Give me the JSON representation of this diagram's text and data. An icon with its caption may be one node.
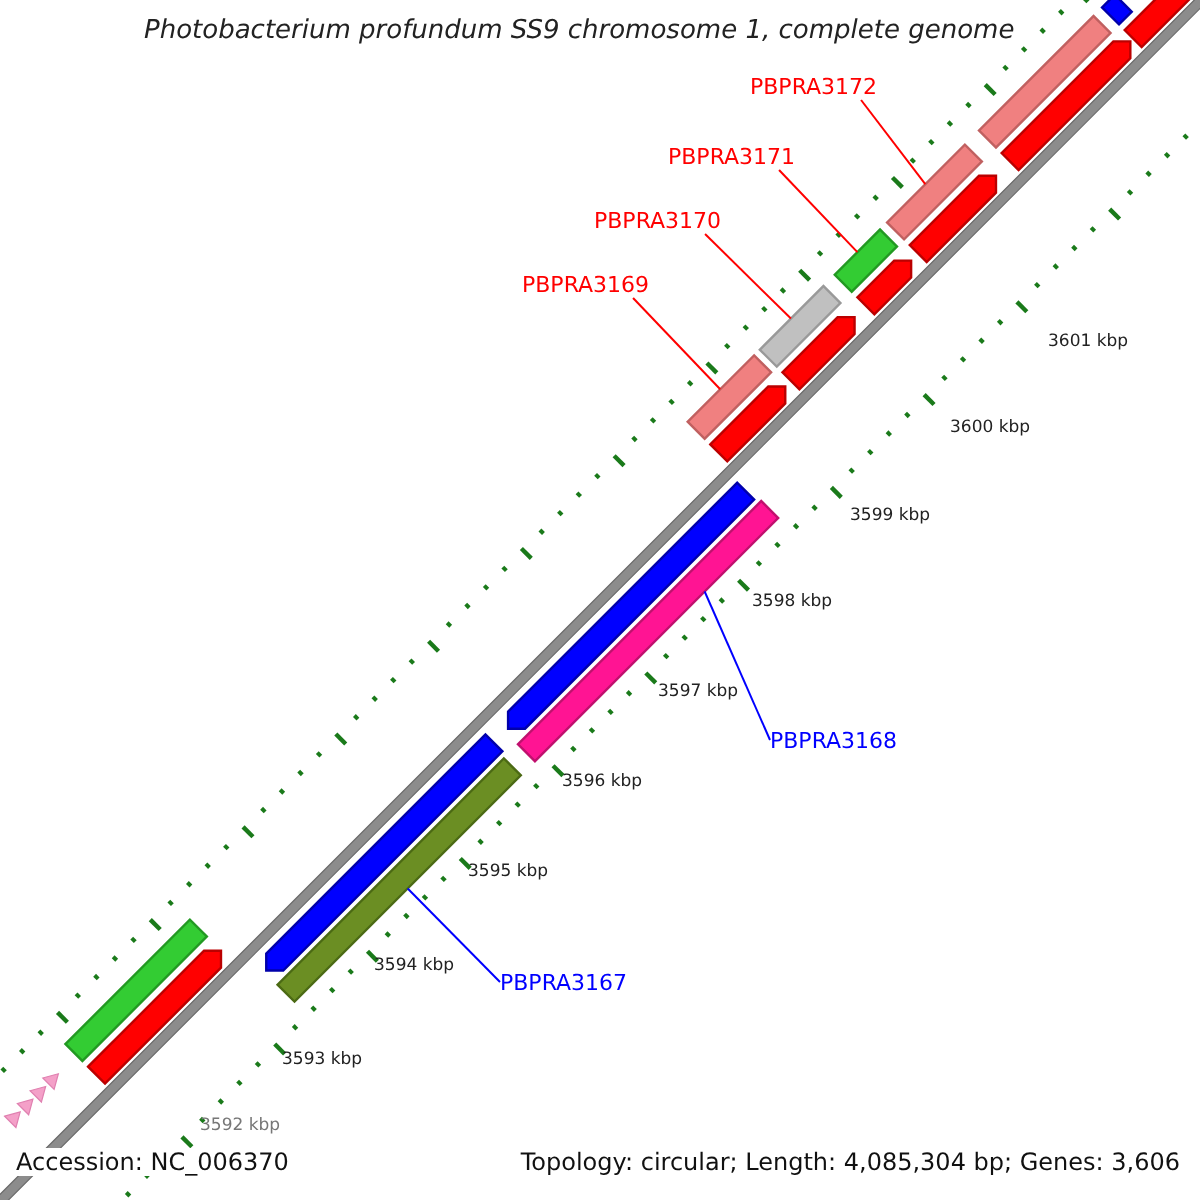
{
  "diagram": {
    "title": "Photobacterium profundum SS9 chromosome 1, complete genome",
    "nodes": [
      {
        "text": [
          "PBPRA3172"
        ]
      },
      {
        "text": [
          "PBPRA3171"
        ]
      },
      {
        "text": [
          "PBPRA3170"
        ]
      },
      {
        "text": [
          "PBPRA3169"
        ]
      },
      {
        "text": [
          "PBPRA3168"
        ]
      },
      {
        "text": [
          "PBPRA3167"
        ]
      },
      {
        "text": [],
        "shape": "bar"
      },
      {
        "text": [],
        "shape": "bar"
      },
      {
        "text": [],
        "shape": "bar"
      },
      {
        "text": [],
        "shape": "bar"
      },
      {
        "text": [],
        "shape": "bar"
      },
      {
        "text": [],
        "shape": "bar"
      },
      {
        "text": [],
        "shape": "bar"
      },
      {
        "text": [],
        "shape": "arrow"
      },
      {
        "text": [],
        "shape": "bar"
      },
      {
        "text": [],
        "shape": "arrow"
      },
      {
        "text": [],
        "shape": "arrow"
      },
      {
        "text": [],
        "shape": "arrow"
      },
      {
        "text": [],
        "shape": "arrow"
      },
      {
        "text": [],
        "shape": "arrow"
      },
      {
        "text": [],
        "shape": "arrow"
      },
      {
        "text": [],
        "shape": "arrow"
      },
      {
        "text": [],
        "shape": "bar"
      },
      {
        "text": [],
        "shape": "arrow"
      },
      {
        "text": [],
        "shape": "arrow"
      },
      {
        "text": [],
        "shape": "arrow"
      },
      {
        "text": [],
        "shape": "arrow"
      },
      {
        "text": [],
        "shape": "arrow"
      }
    ],
    "edges": [
      {
        "from": 0,
        "to": 6,
        "arrow": "none"
      },
      {
        "from": 1,
        "to": 7,
        "arrow": "none"
      },
      {
        "from": 2,
        "to": 8,
        "arrow": "none"
      },
      {
        "from": 3,
        "to": 9,
        "arrow": "none"
      },
      {
        "from": 4,
        "to": 10,
        "arrow": "none",
        "color": "#0000ff"
      },
      {
        "from": 5,
        "to": 11,
        "arrow": "none",
        "color": "#0000ff"
      }
    ],
    "labels": [
      "3601 kbp",
      "3600 kbp",
      "3599 kbp",
      "3598 kbp",
      "3597 kbp",
      "3596 kbp",
      "3595 kbp",
      "3594 kbp",
      "3593 kbp",
      "3592 kbp",
      "Accession: NC_006370",
      "Topology: circular; Length: 4,085,304 bp; Genes: 3,606"
    ]
  }
}
